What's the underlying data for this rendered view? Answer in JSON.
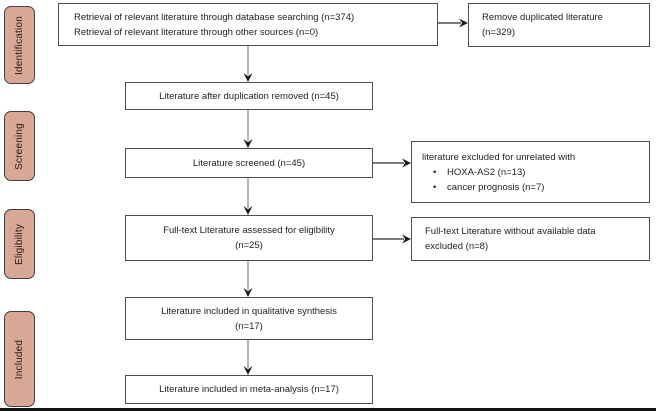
{
  "stage_labels": [
    "Identification",
    "Screening",
    "Eligibility",
    "Included"
  ],
  "boxes": {
    "retrieval": {
      "lines": [
        "Retrieval of relevant literature through database searching (n=374)",
        "Retrieval of relevant literature through other sources (n=0)"
      ]
    },
    "remove_duplicates": {
      "lines": [
        "Remove duplicated literature",
        "(n=329)"
      ]
    },
    "after_duplication": {
      "text": "Literature after duplication removed (n=45)"
    },
    "screened": {
      "text": "Literature screened (n=45)"
    },
    "excluded_unrelated": {
      "heading": "literature excluded for unrelated with",
      "bullet": "•",
      "bullets": [
        "HOXA-AS2 (n=13)",
        "cancer prognosis (n=7)"
      ]
    },
    "fulltext_assessed": {
      "lines": [
        "Full-text Literature assessed for eligibility",
        "(n=25)"
      ]
    },
    "fulltext_excluded": {
      "lines": [
        "Full-text Literature without available data",
        "excluded (n=8)"
      ]
    },
    "qualitative": {
      "lines": [
        "Literature included in qualitative synthesis",
        "(n=17)"
      ]
    },
    "meta_analysis": {
      "text": "Literature included in meta-analysis (n=17)"
    }
  },
  "colors": {
    "stage_fill": "#d8a795",
    "stage_border": "#404040",
    "box_fill": "#ffffff",
    "box_border": "#4f4f4f",
    "line_gray": "#8f8f8f",
    "arrow_dark": "#1c1c1c",
    "text": "#1f1f1f",
    "rule": "#141414"
  }
}
